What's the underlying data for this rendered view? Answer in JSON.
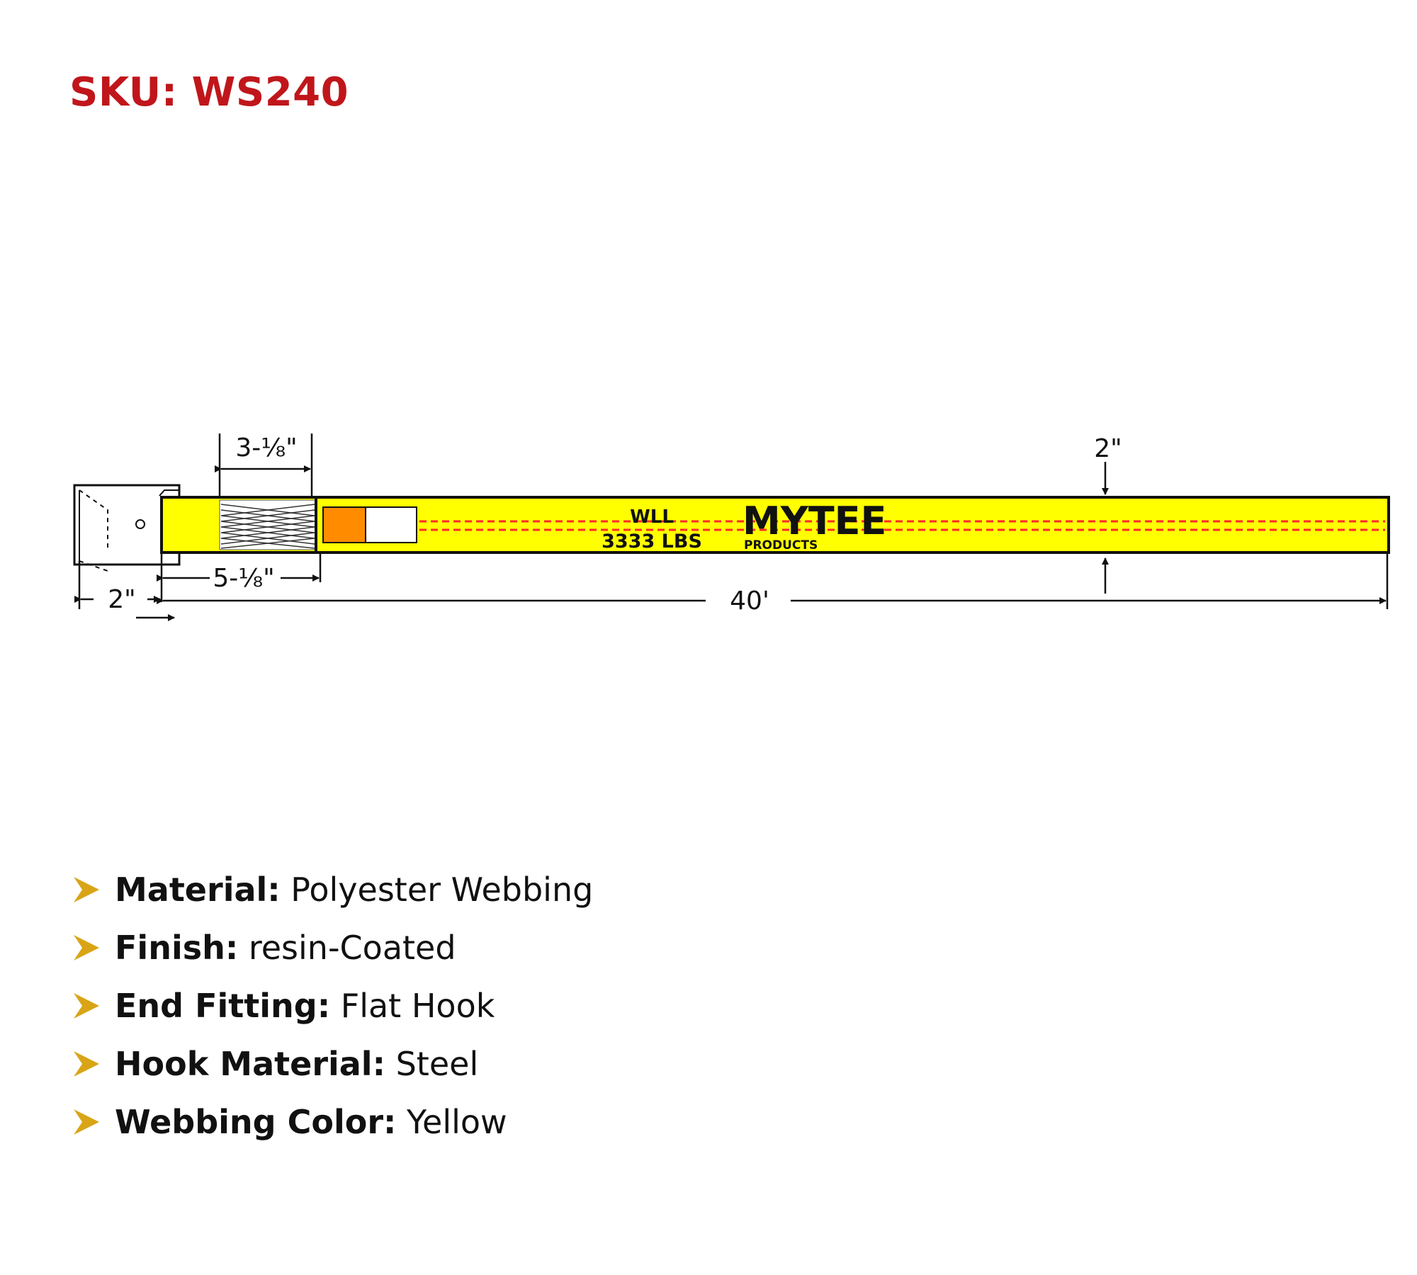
{
  "sku": "SKU: WS240",
  "colors": {
    "sku_red": "#c0161b",
    "webbing_yellow": "#ffff00",
    "bullet_gold": "#d9a416",
    "stitch_red": "#ff2a2a",
    "tag_orange": "#ff8c00"
  },
  "diagram": {
    "dimensions": {
      "sewn_length": "3-⅛\"",
      "webbing_width": "2\"",
      "hook_width": "2\"",
      "loop_length": "5-⅛\"",
      "total_length": "40'"
    },
    "strap_label": {
      "wll_title": "WLL",
      "wll_value": "3333 LBS",
      "brand": "MYTEE",
      "brand_sub": "PRODUCTS"
    }
  },
  "specs": [
    {
      "key": "Material:",
      "value": " Polyester Webbing"
    },
    {
      "key": "Finish:",
      "value": " resin-Coated"
    },
    {
      "key": "End Fitting:",
      "value": " Flat Hook"
    },
    {
      "key": "Hook Material:",
      "value": " Steel"
    },
    {
      "key": "Webbing Color:",
      "value": " Yellow"
    }
  ],
  "icons": {
    "bullet": "chevron-right-icon"
  }
}
